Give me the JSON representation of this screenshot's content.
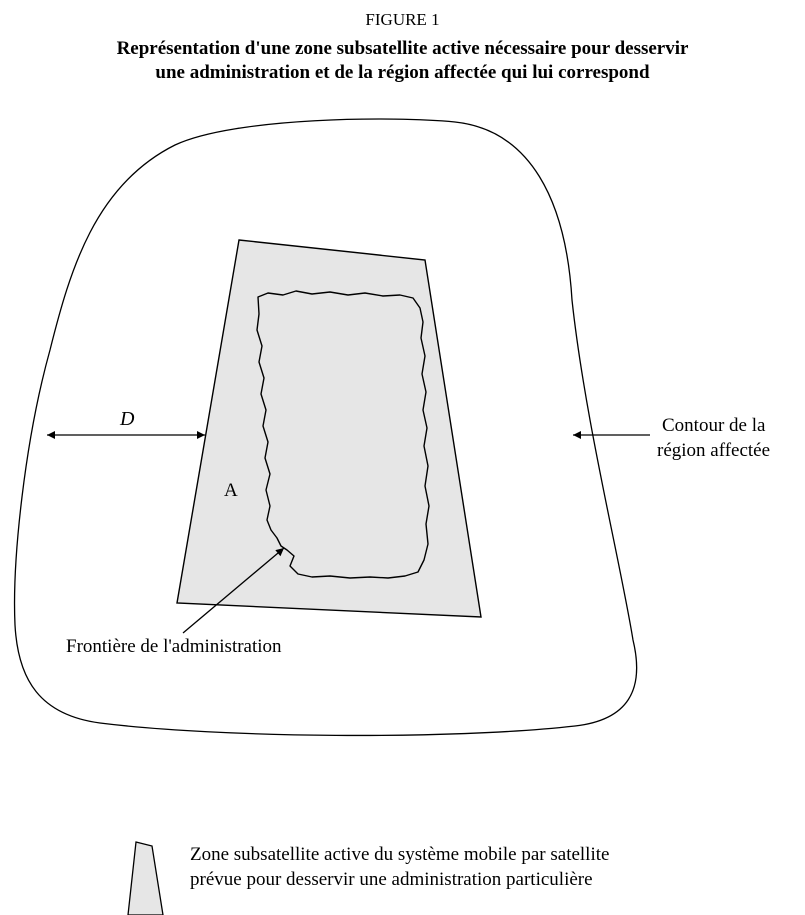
{
  "figure": {
    "number": "FIGURE 1",
    "title_line1": "Représentation d'une zone subsatellite active nécessaire pour desservir",
    "title_line2": "une administration et de la région affectée qui lui correspond"
  },
  "labels": {
    "distance": "D",
    "contour_line1": "Contour de la",
    "contour_line2": "région affectée",
    "point_a": "A",
    "border": "Frontière de l'administration"
  },
  "legend": {
    "line1": "Zone subsatellite active du système mobile par satellite",
    "line2": "prévue pour desservir une administration particulière"
  },
  "colors": {
    "zone_fill": "#e6e6e6",
    "line": "#000000"
  }
}
